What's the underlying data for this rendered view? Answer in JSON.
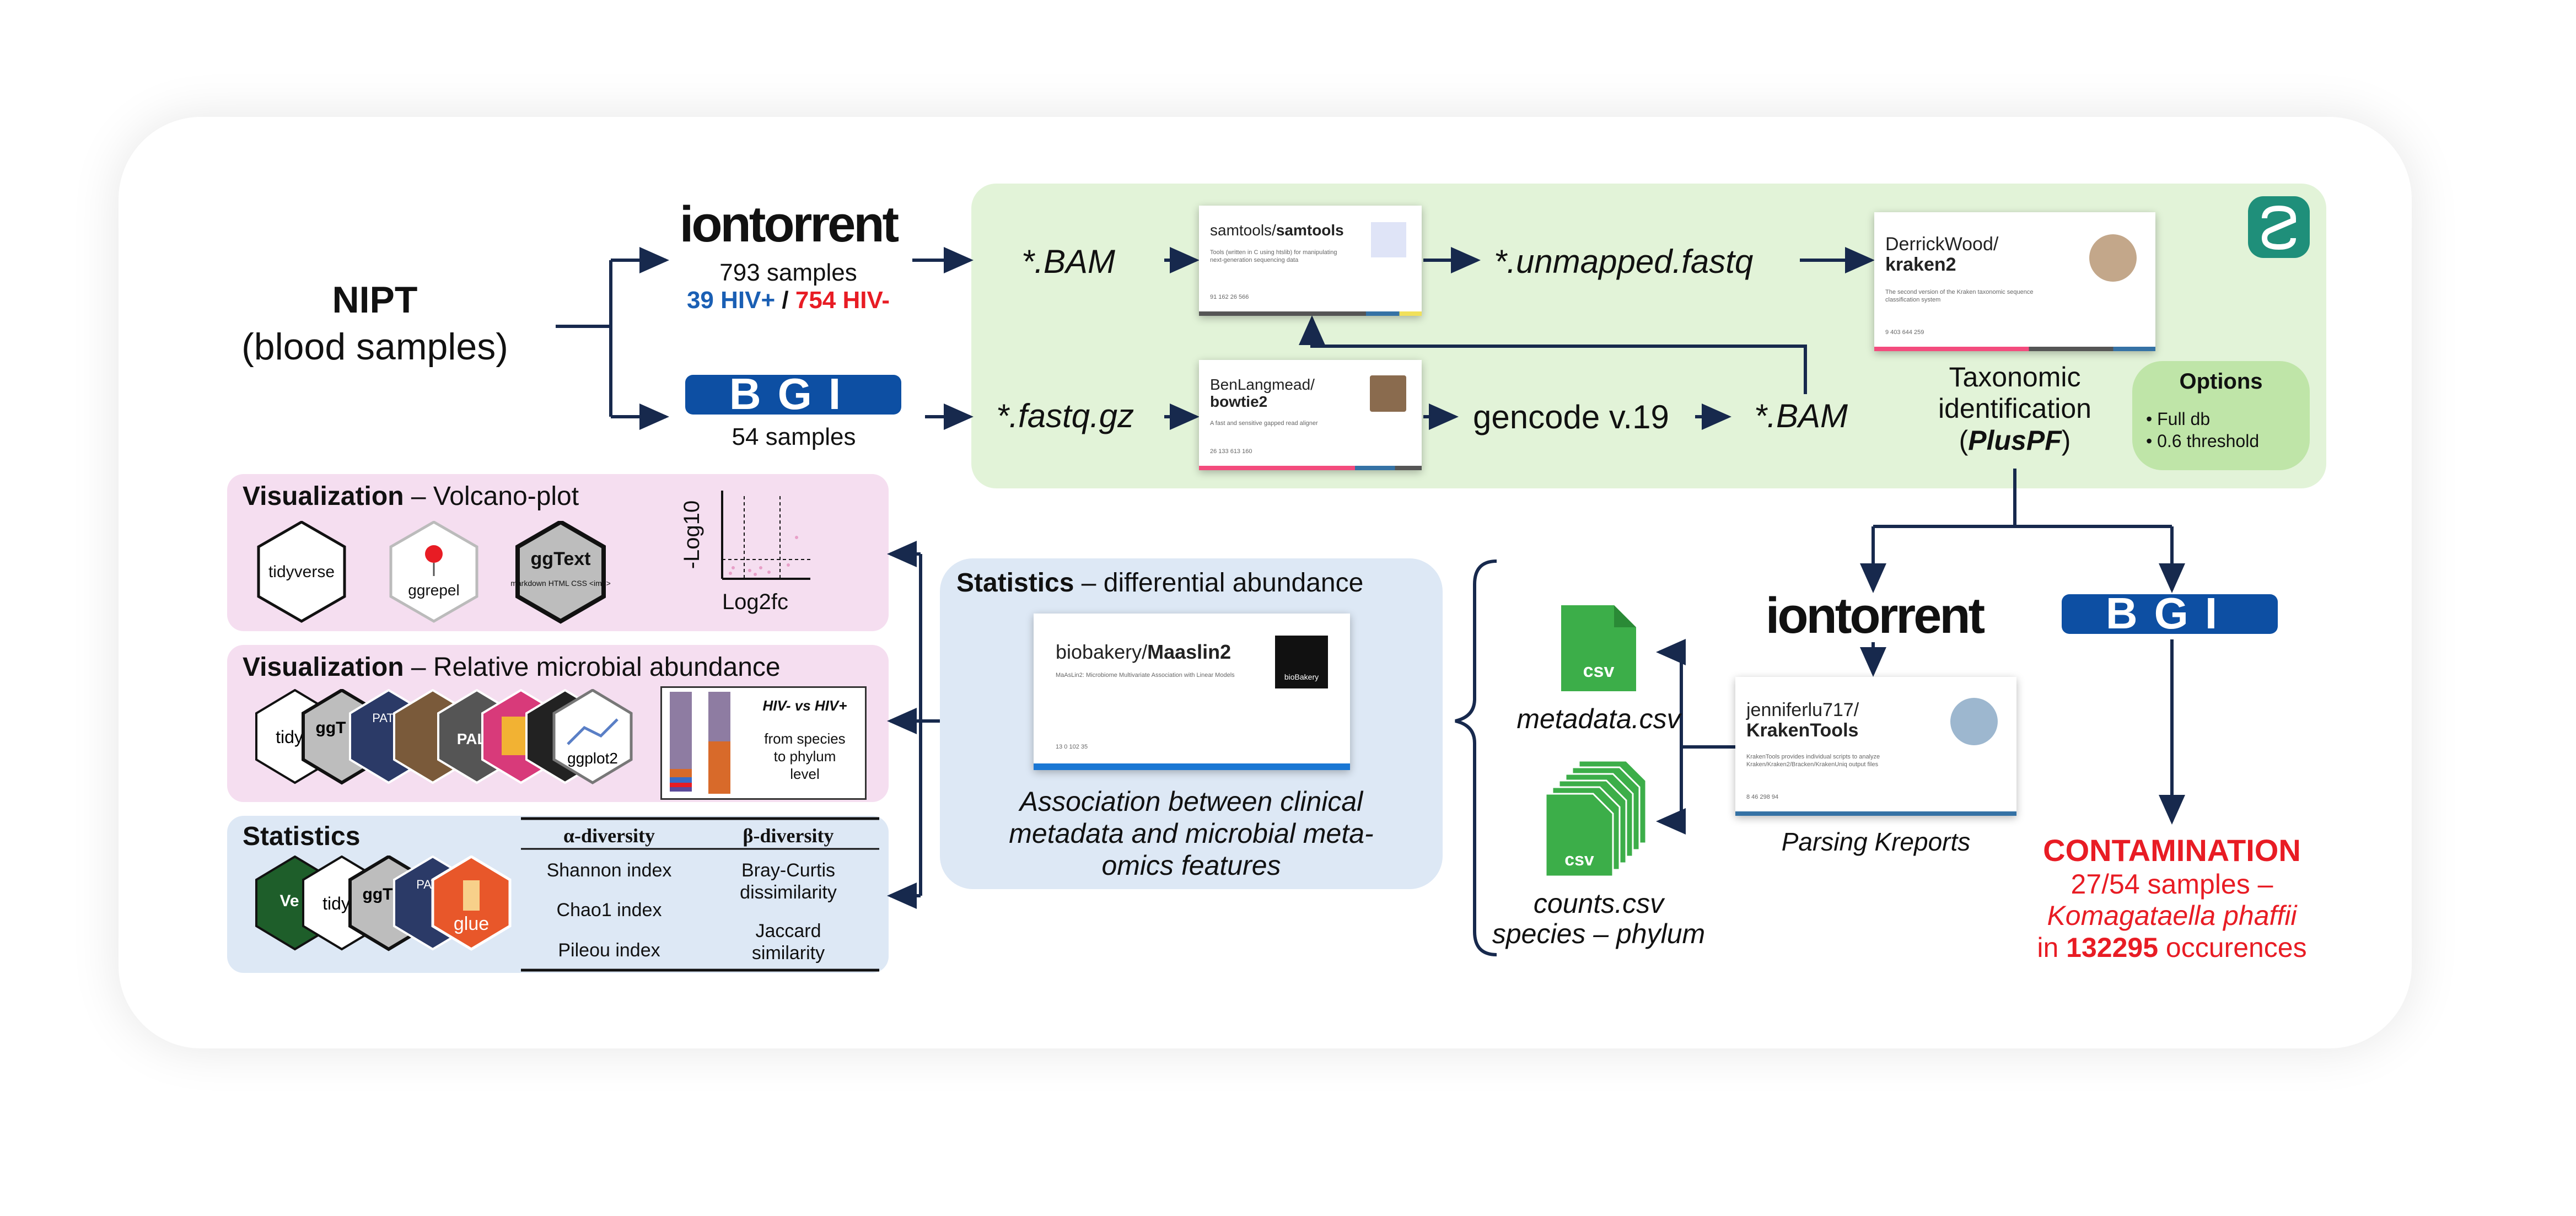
{
  "source": {
    "title": "NIPT",
    "subtitle": "(blood samples)"
  },
  "iontorrent": {
    "logo": "iontorrent",
    "samples": "793 samples",
    "hiv_pos": "39 HIV+",
    "sep": " / ",
    "hiv_neg": "754 HIV-"
  },
  "bgi": {
    "logo": "BGI",
    "samples": "54 samples"
  },
  "pipeline": {
    "bam1": "*.BAM",
    "fastqgz": "*.fastq.gz",
    "unmapped": "*.unmapped.fastq",
    "gencode": "gencode v.19",
    "bam2": "*.BAM",
    "samtools": {
      "owner": "samtools/",
      "repo": "samtools",
      "desc": "Tools (written in C using htslib) for manipulating next-generation sequencing data",
      "stats": "91   162   26   566"
    },
    "bowtie2": {
      "owner": "BenLangmead/",
      "repo": "bowtie2",
      "desc": "A fast and sensitive gapped read aligner",
      "stats": "26   133   613   160"
    },
    "kraken2": {
      "owner": "DerrickWood/",
      "repo": "kraken2",
      "desc": "The second version of the Kraken taxonomic sequence classification system",
      "stats": "9   403   644   259"
    },
    "tax_line1": "Taxonomic",
    "tax_line2": "identification",
    "tax_open": "(",
    "tax_db": "PlusPF",
    "tax_close": ")",
    "options_title": "Options",
    "options": [
      "• Full db",
      "• 0.6 threshold"
    ]
  },
  "downstream": {
    "iontorrent": "iontorrent",
    "bgi": "BGI",
    "krakentools": {
      "owner": "jenniferlu717/",
      "repo": "KrakenTools",
      "desc": "KrakenTools provides individual scripts to analyze Kraken/Kraken2/Bracken/KrakenUniq output files",
      "stats": "8   46   298   94"
    },
    "parsing": "Parsing Kreports",
    "csv_label": "csv",
    "metadata": "metadata.csv",
    "counts": "counts.csv",
    "counts_sub": "species – phylum",
    "contamination": {
      "title": "CONTAMINATION",
      "line1": "27/54 samples –",
      "line2": "Komagataella phaffii",
      "line3_pre": "in ",
      "line3_num": "132295",
      "line3_post": " occurences"
    }
  },
  "statistics_box": {
    "title": "Statistics",
    "subtitle": " – differential abundance",
    "maaslin2": {
      "owner": "biobakery/",
      "repo": "Maaslin2",
      "desc": "MaAsLin2: Microbiome Multivariate Association with Linear Models",
      "stats": "13   0   102   35",
      "logo": "bioBakery"
    },
    "caption": [
      "Association between clinical",
      "metadata and microbial meta-",
      "omics features"
    ]
  },
  "viz_volcano": {
    "title": "Visualization",
    "subtitle": " – Volcano-plot",
    "hex": [
      "tidyverse",
      "ggrepel",
      "ggText"
    ],
    "hex_sub": "markdown  HTML\nCSS  <img>",
    "ylabel": "-Log10",
    "xlabel": "Log2fc"
  },
  "viz_abundance": {
    "title": "Visualization",
    "subtitle": " – Relative microbial abundance",
    "hex": [
      "tidy",
      "ggT",
      "PAT",
      "",
      "PALE",
      "",
      "",
      "ggplot2"
    ],
    "legend_title": "HIV- vs HIV+",
    "legend_l1": "from species",
    "legend_l2": "to phylum",
    "legend_l3": "level"
  },
  "stats_div": {
    "title": "Statistics",
    "hex": [
      "Ve",
      "tidy",
      "ggT",
      "PAT",
      "glue"
    ],
    "headers": [
      "α-diversity",
      "β-diversity"
    ],
    "alpha": [
      "Shannon index",
      "Chao1 index",
      "Pileou index"
    ],
    "beta": [
      [
        "Bray-Curtis",
        "dissimilarity"
      ],
      [
        "Jaccard",
        "similarity"
      ]
    ]
  },
  "colors": {
    "navy": "#17294d",
    "blue": "#1a5fb4",
    "red": "#e81c24",
    "green_panel": "#e2f3d8",
    "pink_panel": "#f5def0",
    "blue_panel": "#dde8f5",
    "csv_green": "#3cae49",
    "bgi_blue": "#0d4fa3"
  },
  "icons": [
    "snakemake-icon",
    "csv-file-icon",
    "github-icon"
  ]
}
